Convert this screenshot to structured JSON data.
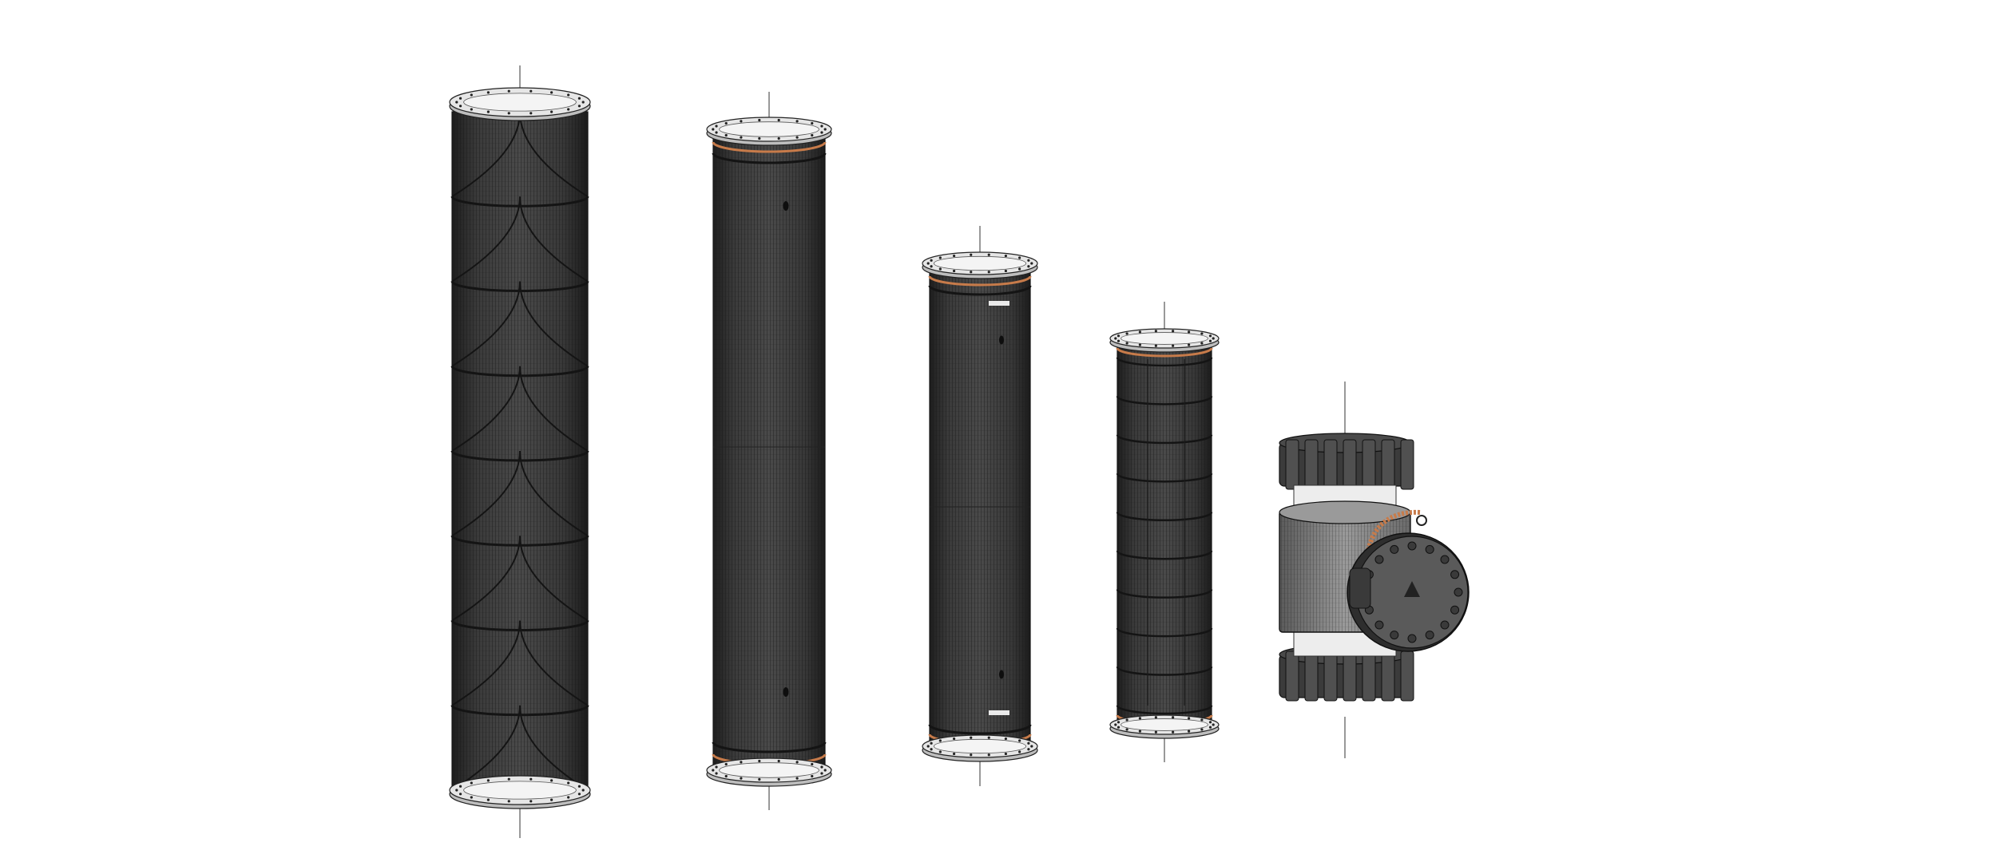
{
  "scene": {
    "background": "#ffffff",
    "colors": {
      "body": "#3d3d3d",
      "body_dark": "#2a2a2a",
      "body_light": "#4c4c4c",
      "seam": "#141414",
      "flange": "#e6e6e6",
      "flange_edge": "#222222",
      "orange_band": "#c77b4a",
      "center_line": "#333333",
      "panel_gray": "#8a8a8a",
      "disc": "#5a5a5a"
    },
    "objects": [
      {
        "name": "hose-section-1",
        "kind": "braced"
      },
      {
        "name": "hose-section-2",
        "kind": "plain"
      },
      {
        "name": "hose-section-3",
        "kind": "marked"
      },
      {
        "name": "hose-section-4",
        "kind": "ringed"
      },
      {
        "name": "valve-assembly",
        "kind": "valve"
      }
    ]
  }
}
